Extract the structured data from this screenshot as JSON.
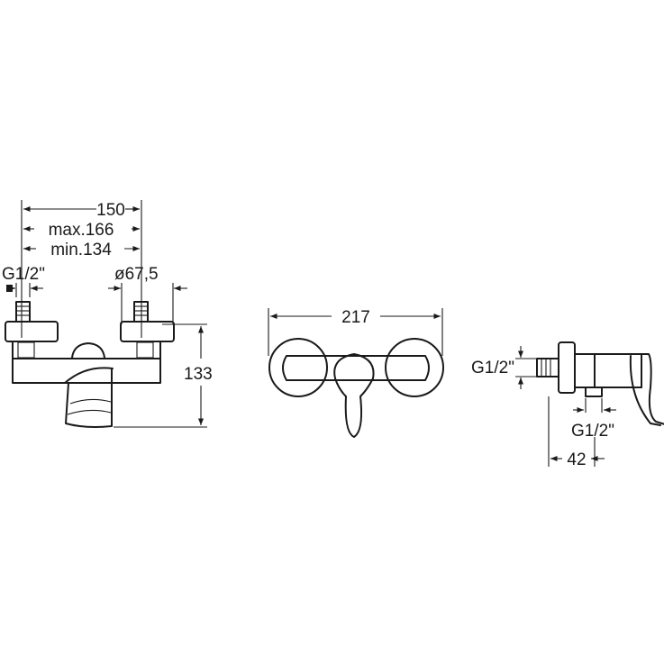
{
  "front_view": {
    "width_label": "150",
    "max_label": "max.166",
    "min_label": "min.134",
    "inlet_thread_label": "G1/2\"",
    "flange_label": "ø67,5",
    "height_label": "133"
  },
  "top_view": {
    "length_label": "217"
  },
  "side_view": {
    "inlet_thread_label": "G1/2\"",
    "outlet_thread_label": "G1/2\"",
    "depth_label": "42"
  }
}
